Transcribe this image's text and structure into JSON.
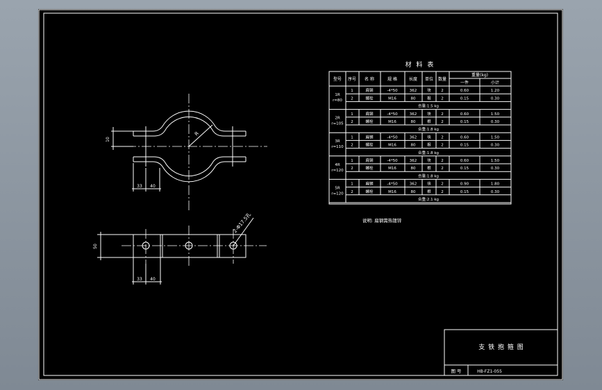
{
  "colors": {
    "background": "#000000",
    "lines": "#ffffff",
    "frame_bg": "#8c96a0"
  },
  "drawing": {
    "dims": {
      "d1": "33",
      "d2": "40",
      "d3": "33",
      "d4": "40",
      "v1": "10",
      "v2": "50",
      "radius": "R",
      "hole": "2-Φ17.5孔"
    }
  },
  "table": {
    "title": "材 料 表",
    "headers": {
      "type": "型号",
      "seq": "序号",
      "name": "名 称",
      "spec": "规 格",
      "length": "长度",
      "unit": "单位",
      "qty": "数量",
      "weight": "重量(kg)",
      "weight_one": "一件",
      "weight_sub": "小计"
    },
    "groups": [
      {
        "type1": "1R",
        "type2": "r=80",
        "total": "合重:1.5 kg",
        "rows": [
          {
            "seq": "1",
            "name": "扁钢",
            "spec": "-4*50",
            "length": "362",
            "unit": "块",
            "qty": "2",
            "one": "0.60",
            "sub": "1.20"
          },
          {
            "seq": "2",
            "name": "螺栓",
            "spec": "M16",
            "length": "80",
            "unit": "根",
            "qty": "2",
            "one": "0.15",
            "sub": "0.30"
          }
        ]
      },
      {
        "type1": "2R",
        "type2": "r=105",
        "total": "合重:1.8 kg",
        "rows": [
          {
            "seq": "1",
            "name": "扁钢",
            "spec": "-4*50",
            "length": "362",
            "unit": "块",
            "qty": "2",
            "one": "0.60",
            "sub": "1.50"
          },
          {
            "seq": "2",
            "name": "螺栓",
            "spec": "M16",
            "length": "80",
            "unit": "根",
            "qty": "2",
            "one": "0.15",
            "sub": "0.30"
          }
        ]
      },
      {
        "type1": "3R",
        "type2": "r=110",
        "total": "合重:1.8 kg",
        "rows": [
          {
            "seq": "1",
            "name": "扁钢",
            "spec": "-4*50",
            "length": "362",
            "unit": "块",
            "qty": "2",
            "one": "0.60",
            "sub": "1.50"
          },
          {
            "seq": "2",
            "name": "螺栓",
            "spec": "M16",
            "length": "80",
            "unit": "根",
            "qty": "2",
            "one": "0.15",
            "sub": "0.30"
          }
        ]
      },
      {
        "type1": "4R",
        "type2": "r=120",
        "total": "合重:1.8 kg",
        "rows": [
          {
            "seq": "1",
            "name": "扁钢",
            "spec": "-4*50",
            "length": "362",
            "unit": "块",
            "qty": "2",
            "one": "0.60",
            "sub": "1.50"
          },
          {
            "seq": "2",
            "name": "螺栓",
            "spec": "M16",
            "length": "80",
            "unit": "根",
            "qty": "2",
            "one": "0.15",
            "sub": "0.30"
          }
        ]
      },
      {
        "type1": "5R",
        "type2": "r=120",
        "total": "合重:2.1 kg",
        "rows": [
          {
            "seq": "1",
            "name": "扁钢",
            "spec": "-4*50",
            "length": "362",
            "unit": "块",
            "qty": "2",
            "one": "0.90",
            "sub": "1.80"
          },
          {
            "seq": "2",
            "name": "螺栓",
            "spec": "M16",
            "length": "80",
            "unit": "根",
            "qty": "2",
            "one": "0.15",
            "sub": "0.30"
          }
        ]
      }
    ]
  },
  "note": "说明: 扁钢需热镀锌",
  "title_block": {
    "title": "支 铁 抱 箍 图",
    "fig_label": "图 号",
    "fig_number": "HB-FZ1-055"
  }
}
